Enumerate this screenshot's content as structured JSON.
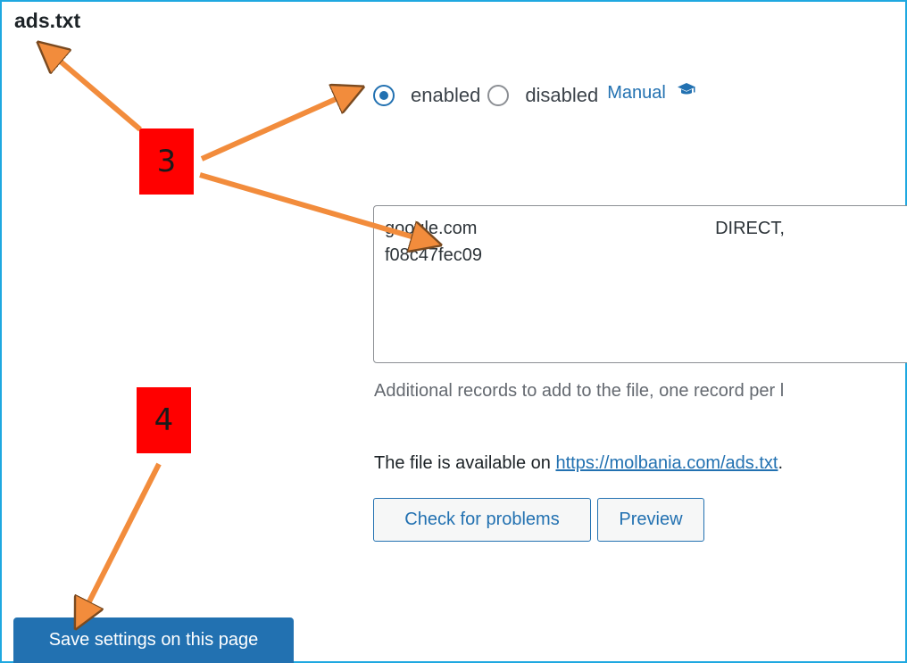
{
  "section": {
    "title": "ads.txt"
  },
  "status": {
    "options": [
      {
        "label": "enabled",
        "checked": true
      },
      {
        "label": "disabled",
        "checked": false
      }
    ],
    "manual_link": "Manual",
    "manual_icon": "graduation-cap-icon"
  },
  "records": {
    "value": "google.com                                                DIRECT,\nf08c47fec09"
  },
  "help_text": "Additional records to add to the file, one record per l",
  "availability": {
    "prefix": "The file is available on ",
    "url": "https://molbania.com/ads.txt",
    "suffix": "."
  },
  "buttons": {
    "check": "Check for problems",
    "preview": "Preview",
    "save": "Save settings on this page"
  },
  "annotations": {
    "badge_3": "3",
    "badge_4": "4",
    "badge_color": "#ff0000",
    "arrow_color": "#f28c3c"
  },
  "colors": {
    "accent": "#2271b1",
    "frame": "#1fa8e0"
  }
}
